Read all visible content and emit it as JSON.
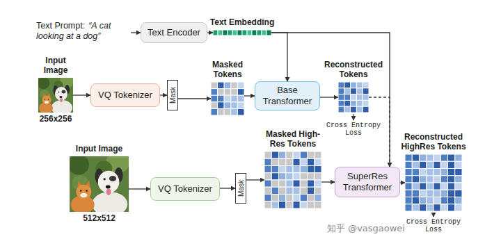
{
  "diagram": {
    "nodes": [
      {
        "text": [
          "Text Prompt:",
          "“A cat looking at a dog”"
        ]
      },
      {
        "text": [
          "Text Encoder"
        ]
      },
      {
        "text": [
          "Text Embedding"
        ]
      },
      {
        "text": [
          "Input Image",
          "256x256"
        ]
      },
      {
        "text": [
          "VQ Tokenizer"
        ]
      },
      {
        "text": [
          "Mask"
        ]
      },
      {
        "text": [
          "Masked Tokens"
        ]
      },
      {
        "text": [
          "Base Transformer"
        ]
      },
      {
        "text": [
          "Reconstructed Tokens"
        ]
      },
      {
        "text": [
          "Input Image",
          "512x512"
        ]
      },
      {
        "text": [
          "VQ Tokenizer"
        ]
      },
      {
        "text": [
          "Mask"
        ]
      },
      {
        "text": [
          "Masked High-Res Tokens"
        ]
      },
      {
        "text": [
          "SuperRes Transformer"
        ]
      },
      {
        "text": [
          "Reconstructed HighRes Tokens"
        ]
      }
    ],
    "edges": [
      {
        "from": 0,
        "to": 1,
        "arrow": "to"
      },
      {
        "from": 1,
        "to": 2,
        "arrow": "to"
      },
      {
        "from": 2,
        "to": 7,
        "arrow": "to"
      },
      {
        "from": 2,
        "to": 13,
        "arrow": "to"
      },
      {
        "from": 3,
        "to": 4,
        "arrow": "to"
      },
      {
        "from": 4,
        "to": 5,
        "arrow": "to"
      },
      {
        "from": 5,
        "to": 6,
        "arrow": "to"
      },
      {
        "from": 6,
        "to": 7,
        "arrow": "to"
      },
      {
        "from": 7,
        "to": 8,
        "arrow": "to"
      },
      {
        "from": 8,
        "to": 13,
        "arrow": "to"
      },
      {
        "from": 9,
        "to": 10,
        "arrow": "to"
      },
      {
        "from": 10,
        "to": 11,
        "arrow": "to"
      },
      {
        "from": 11,
        "to": 12,
        "arrow": "to"
      },
      {
        "from": 12,
        "to": 13,
        "arrow": "to"
      },
      {
        "from": 13,
        "to": 14,
        "arrow": "to"
      }
    ],
    "labels": [
      "Cross Entropy Loss",
      "Cross Entropy Loss",
      "知乎 @vasgaowei"
    ]
  }
}
